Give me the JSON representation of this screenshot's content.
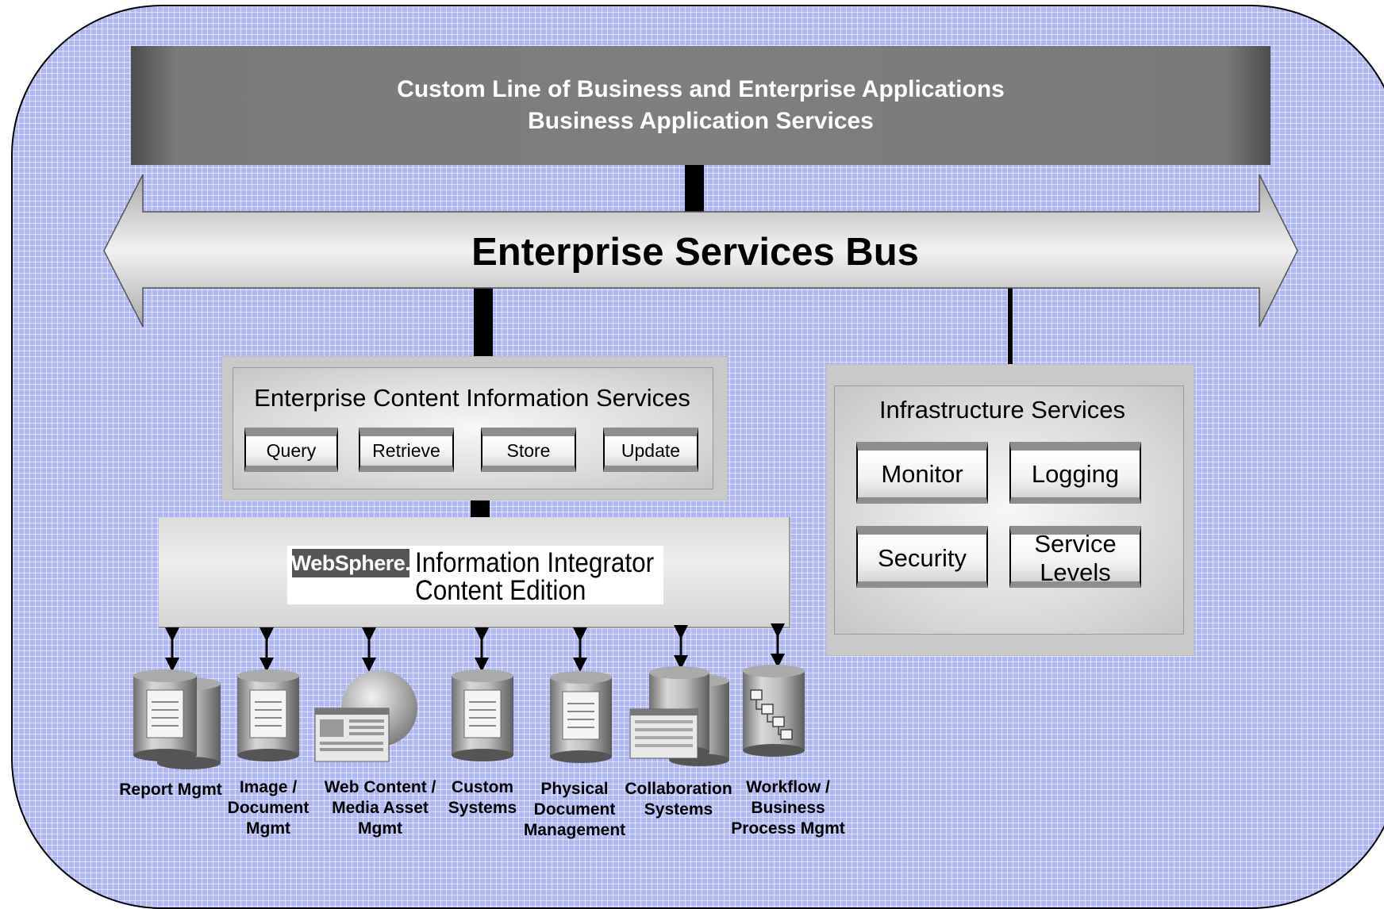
{
  "top_bar": {
    "line1": "Custom Line of Business and Enterprise Applications",
    "line2": "Business Application Services"
  },
  "bus": {
    "label": "Enterprise Services Bus"
  },
  "ecis": {
    "title": "Enterprise Content Information Services",
    "buttons": [
      "Query",
      "Retrieve",
      "Store",
      "Update"
    ]
  },
  "infra": {
    "title": "Infrastructure Services",
    "buttons": [
      "Monitor",
      "Logging",
      "Security",
      "Service Levels"
    ]
  },
  "integrator": {
    "logo": "WebSphere.",
    "line1": "Information Integrator",
    "line2": "Content Edition"
  },
  "sources": [
    {
      "label": "Report Mgmt",
      "icon": "report-database-icon"
    },
    {
      "label": "Image / Document Mgmt",
      "icon": "document-database-icon"
    },
    {
      "label": "Web Content / Media Asset Mgmt",
      "icon": "web-globe-icon"
    },
    {
      "label": "Custom Systems",
      "icon": "custom-database-icon"
    },
    {
      "label": "Physical Document Management",
      "icon": "physical-document-database-icon"
    },
    {
      "label": "Collaboration Systems",
      "icon": "collaboration-database-icon"
    },
    {
      "label": "Workflow / Business Process Mgmt",
      "icon": "workflow-database-icon"
    }
  ]
}
